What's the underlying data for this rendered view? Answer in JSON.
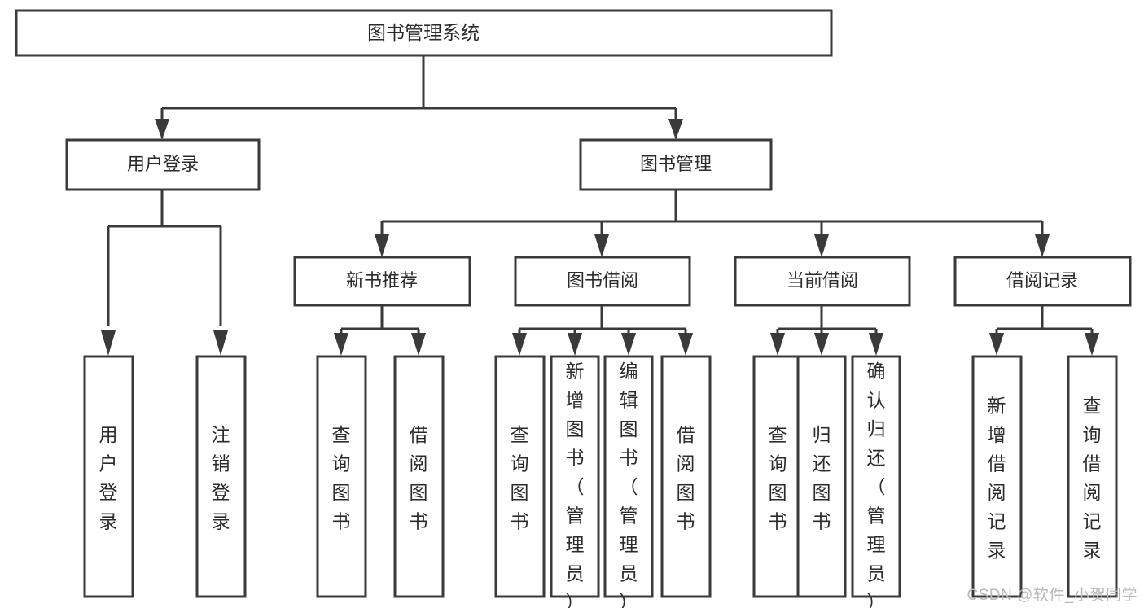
{
  "diagram": {
    "type": "tree-hierarchy-chart",
    "title": "图书管理系统",
    "colors": {
      "box_stroke": "#3a3a3a",
      "box_fill": "#ffffff",
      "text": "#2b2b2b",
      "background": "#ffffff",
      "watermark": "#b9b9b9"
    },
    "root": {
      "id": "root",
      "label": "图书管理系统",
      "orientation": "horizontal"
    },
    "level2": [
      {
        "id": "user-login",
        "label": "用户登录",
        "orientation": "horizontal"
      },
      {
        "id": "book-management",
        "label": "图书管理",
        "orientation": "horizontal"
      }
    ],
    "level3": [
      {
        "id": "new-book-recommend",
        "label": "新书推荐",
        "orientation": "horizontal",
        "parent": "book-management"
      },
      {
        "id": "book-borrow",
        "label": "图书借阅",
        "orientation": "horizontal",
        "parent": "book-management"
      },
      {
        "id": "current-borrow",
        "label": "当前借阅",
        "orientation": "horizontal",
        "parent": "book-management"
      },
      {
        "id": "borrow-record",
        "label": "借阅记录",
        "orientation": "horizontal",
        "parent": "book-management"
      }
    ],
    "leaves": [
      {
        "id": "leaf-user-login",
        "label": "用户登录",
        "parent": "user-login",
        "orientation": "vertical"
      },
      {
        "id": "leaf-user-logout",
        "label": "注销登录",
        "parent": "user-login",
        "orientation": "vertical"
      },
      {
        "id": "leaf-query-book-1",
        "label": "查询图书",
        "parent": "new-book-recommend",
        "orientation": "vertical"
      },
      {
        "id": "leaf-borrow-book-1",
        "label": "借阅图书",
        "parent": "new-book-recommend",
        "orientation": "vertical"
      },
      {
        "id": "leaf-query-book-2",
        "label": "查询图书",
        "parent": "book-borrow",
        "orientation": "vertical"
      },
      {
        "id": "leaf-add-book",
        "label": "新增图书（管理员）",
        "parent": "book-borrow",
        "orientation": "vertical"
      },
      {
        "id": "leaf-edit-book",
        "label": "编辑图书（管理员）",
        "parent": "book-borrow",
        "orientation": "vertical"
      },
      {
        "id": "leaf-borrow-book-2",
        "label": "借阅图书",
        "parent": "book-borrow",
        "orientation": "vertical"
      },
      {
        "id": "leaf-query-book-3",
        "label": "查询图书",
        "parent": "current-borrow",
        "orientation": "vertical"
      },
      {
        "id": "leaf-return-book",
        "label": "归还图书",
        "parent": "current-borrow",
        "orientation": "vertical"
      },
      {
        "id": "leaf-confirm-return",
        "label": "确认归还（管理员）",
        "parent": "current-borrow",
        "orientation": "vertical"
      },
      {
        "id": "leaf-add-record",
        "label": "新增借阅记录",
        "parent": "borrow-record",
        "orientation": "vertical"
      },
      {
        "id": "leaf-query-record",
        "label": "查询借阅记录",
        "parent": "borrow-record",
        "orientation": "vertical"
      }
    ],
    "watermark": "CSDN @软件_小贺同学"
  }
}
